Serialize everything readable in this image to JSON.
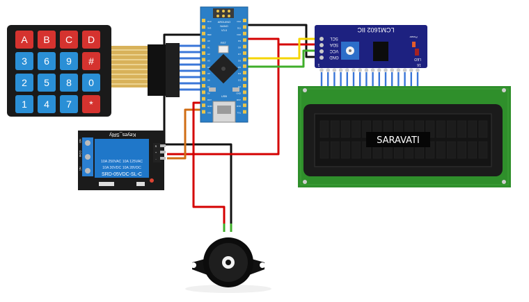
{
  "keypad": {
    "rows": [
      [
        {
          "label": "A",
          "kind": "red"
        },
        {
          "label": "B",
          "kind": "red"
        },
        {
          "label": "C",
          "kind": "red"
        },
        {
          "label": "D",
          "kind": "red"
        }
      ],
      [
        {
          "label": "3",
          "kind": "blue"
        },
        {
          "label": "6",
          "kind": "blue"
        },
        {
          "label": "9",
          "kind": "blue"
        },
        {
          "label": "#",
          "kind": "red"
        }
      ],
      [
        {
          "label": "2",
          "kind": "blue"
        },
        {
          "label": "5",
          "kind": "blue"
        },
        {
          "label": "8",
          "kind": "blue"
        },
        {
          "label": "0",
          "kind": "blue"
        }
      ],
      [
        {
          "label": "1",
          "kind": "blue"
        },
        {
          "label": "4",
          "kind": "blue"
        },
        {
          "label": "7",
          "kind": "blue"
        },
        {
          "label": "*",
          "kind": "red"
        }
      ]
    ]
  },
  "arduino": {
    "top_label": "ARDUINO",
    "model_label": "NANO",
    "version_label": "V3.0",
    "rst_label": "RST",
    "usb_label": "USB",
    "left_pins": [
      "D13",
      "3V3",
      "REF",
      "A0",
      "A1",
      "A2",
      "A3",
      "A4",
      "A5",
      "A6",
      "A7",
      "5V",
      "RST",
      "GND",
      "VIN"
    ],
    "right_pins": [
      "D12",
      "D11",
      "D10",
      "D9",
      "D8",
      "D7",
      "D6",
      "D5",
      "D4",
      "D3",
      "D2",
      "GND",
      "RST",
      "RX0",
      "TX1"
    ]
  },
  "i2c_module": {
    "title": "LCM1602 IIC",
    "pins": [
      "SCL",
      "SDA",
      "VCC",
      "GND"
    ],
    "power_label": "Power",
    "led_label": "LED",
    "pin_16": "16",
    "pin_1": "1"
  },
  "lcd": {
    "display_text": "SARAVATI"
  },
  "relay": {
    "brand": "Keyes_SRly",
    "spec_1": "10A 250VAC  10A 125VAC",
    "spec_2": "10A  30VDC  10A  28VDC",
    "model": "SRD-05VDC-SL-C",
    "left_pins": [
      "NO",
      "COM",
      "NC"
    ],
    "right_pins": [
      "S",
      "+",
      "-"
    ]
  },
  "buzzer": {},
  "colors": {
    "keypad_body": "#1a1a1a",
    "key_red": "#d5332f",
    "key_blue": "#2a8fd6",
    "nano_blue": "#2b7fc7",
    "module_navy": "#1d2180",
    "lcd_green": "#2f8f2b",
    "lcd_screen": "#141414",
    "relay_blue": "#1f77c9",
    "wire_red": "#d40000",
    "wire_black": "#111111",
    "wire_yellow": "#f5d400",
    "wire_green": "#3fae2a",
    "wire_orange": "#d06d14",
    "wire_blue": "#3a76d8"
  }
}
